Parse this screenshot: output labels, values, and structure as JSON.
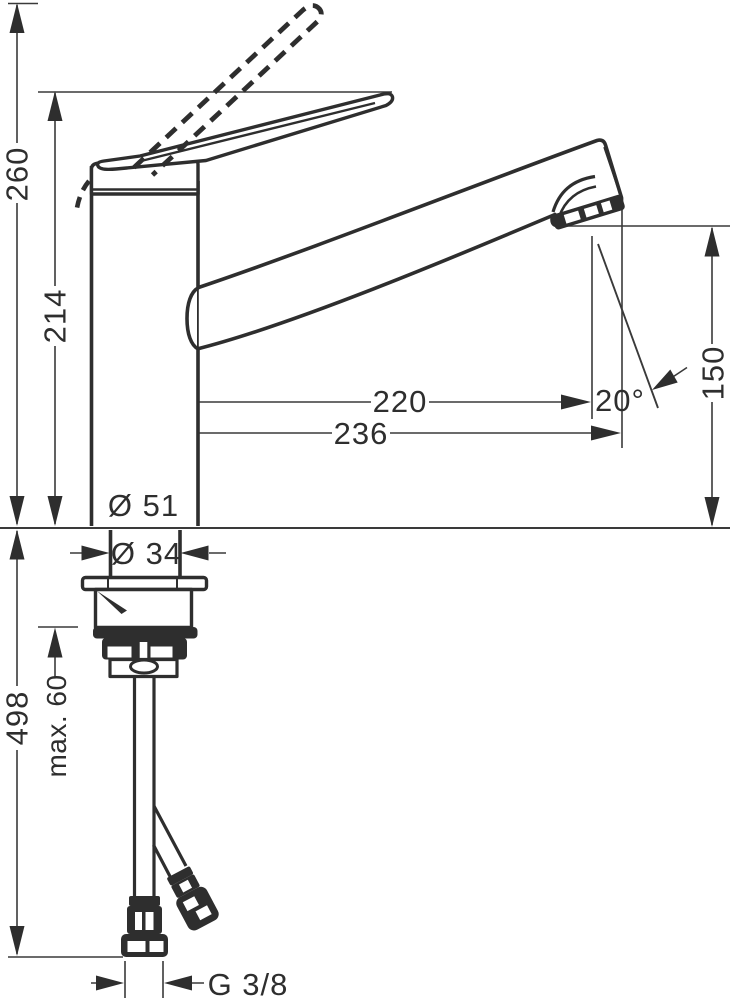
{
  "meta": {
    "background_color": "#ffffff",
    "ink_color": "#2e2e2e",
    "thin_line_color": "#3a3a3a"
  },
  "drawing": {
    "subject": "single-lever kitchen faucet installation dimension drawing",
    "labels": {
      "total_height": "260",
      "handle_height": "214",
      "spout_height": "150",
      "spout_reach": "220",
      "overall_reach": "236",
      "spray_angle": "20°",
      "body_diameter": "Ø 51",
      "shank_diameter": "Ø 34",
      "below_counter_length": "498",
      "max_mounting_thickness": "max. 60",
      "thread_size": "G 3/8"
    }
  }
}
